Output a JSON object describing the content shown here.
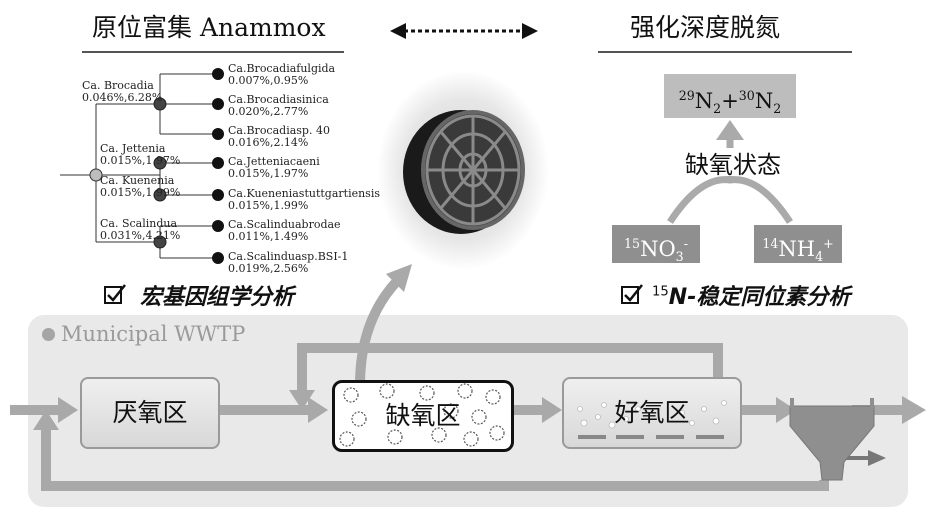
{
  "left_title": "原位富集 Anammox",
  "right_title": "强化深度脱氮",
  "tree": {
    "groups": [
      {
        "name": "Ca. Brocadia",
        "stats": "0.046%,6.28%"
      },
      {
        "name": "Ca. Jettenia",
        "stats": "0.015%,1.97%"
      },
      {
        "name": "Ca. Kuenenia",
        "stats": "0.015%,1.99%"
      },
      {
        "name": "Ca. Scalindua",
        "stats": "0.031%,4.21%"
      }
    ],
    "leaves": [
      {
        "name": "Ca.Brocadiafulgida",
        "stats": "0.007%,0.95%"
      },
      {
        "name": "Ca.Brocadiasinica",
        "stats": "0.020%,2.77%"
      },
      {
        "name": "Ca.Brocadiasp. 40",
        "stats": "0.016%,2.14%"
      },
      {
        "name": "Ca.Jetteniacaeni",
        "stats": "0.015%,1.97%"
      },
      {
        "name": "Ca.Kueneniastuttgartiensis",
        "stats": "0.015%,1.99%"
      },
      {
        "name": "Ca.Scalinduabrodae",
        "stats": "0.011%,1.49%"
      },
      {
        "name": "Ca.Scalinduasp.BSI-1",
        "stats": "0.019%,2.56%"
      }
    ]
  },
  "analysis_left": "宏基因组学分析",
  "analysis_right_suffix": "N-稳定同位素分析",
  "analysis_right_sup": "15",
  "isotope": {
    "product": {
      "a_mass": "29",
      "a_el": "N",
      "a_sub": "2",
      "plus": "+",
      "b_mass": "30",
      "b_el": "N",
      "b_sub": "2"
    },
    "condition": "缺氧状态",
    "reactant1": {
      "mass": "15",
      "el": "NO",
      "sub": "3",
      "charge": "-"
    },
    "reactant2": {
      "mass": "14",
      "el": "NH",
      "sub": "4",
      "charge": "+"
    }
  },
  "plant": {
    "label": "Municipal WWTP",
    "stages": [
      "厌氧区",
      "缺氧区",
      "好氧区"
    ]
  },
  "colors": {
    "arrow": "#b0b0b0",
    "panel": "#e9e9e9",
    "ion": "#8f8f8f"
  }
}
